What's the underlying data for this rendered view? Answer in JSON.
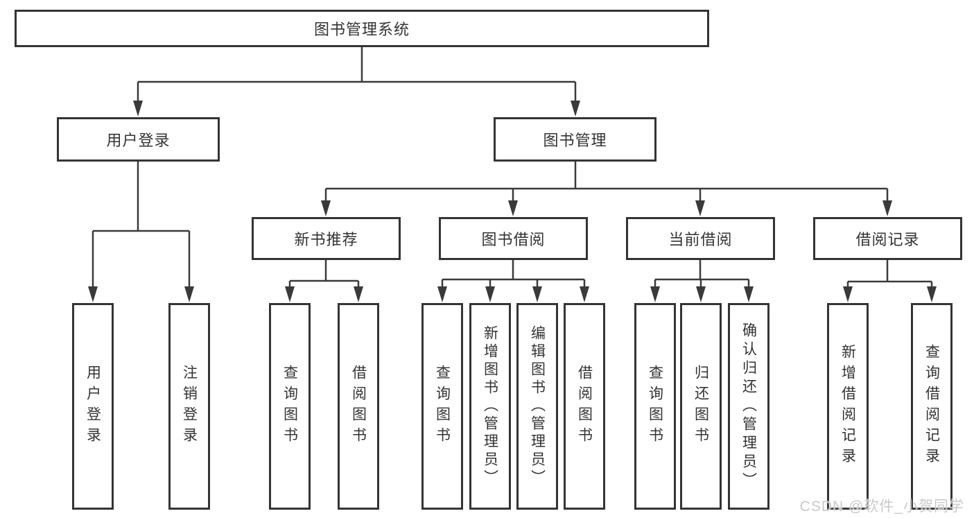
{
  "diagram": {
    "root": {
      "label": "图书管理系统"
    },
    "branches": [
      {
        "label": "用户登录",
        "leaves": [
          {
            "label": "用户登录"
          },
          {
            "label": "注销登录"
          }
        ]
      },
      {
        "label": "图书管理",
        "sections": [
          {
            "label": "新书推荐",
            "leaves": [
              {
                "label": "查询图书"
              },
              {
                "label": "借阅图书"
              }
            ]
          },
          {
            "label": "图书借阅",
            "leaves": [
              {
                "label": "查询图书"
              },
              {
                "label": "新增图书（管理员）"
              },
              {
                "label": "编辑图书（管理员）"
              },
              {
                "label": "借阅图书"
              }
            ]
          },
          {
            "label": "当前借阅",
            "leaves": [
              {
                "label": "查询图书"
              },
              {
                "label": "归还图书"
              },
              {
                "label": "确认归还（管理员）"
              }
            ]
          },
          {
            "label": "借阅记录",
            "leaves": [
              {
                "label": "新增借阅记录"
              },
              {
                "label": "查询借阅记录"
              }
            ]
          }
        ]
      }
    ]
  },
  "watermark": {
    "text": "CSDN @软件_小贺同学"
  },
  "colors": {
    "line": "#3a3a3a",
    "border": "#343434",
    "text": "#333333",
    "watermark": "#c9c9c9",
    "background": "#ffffff"
  }
}
